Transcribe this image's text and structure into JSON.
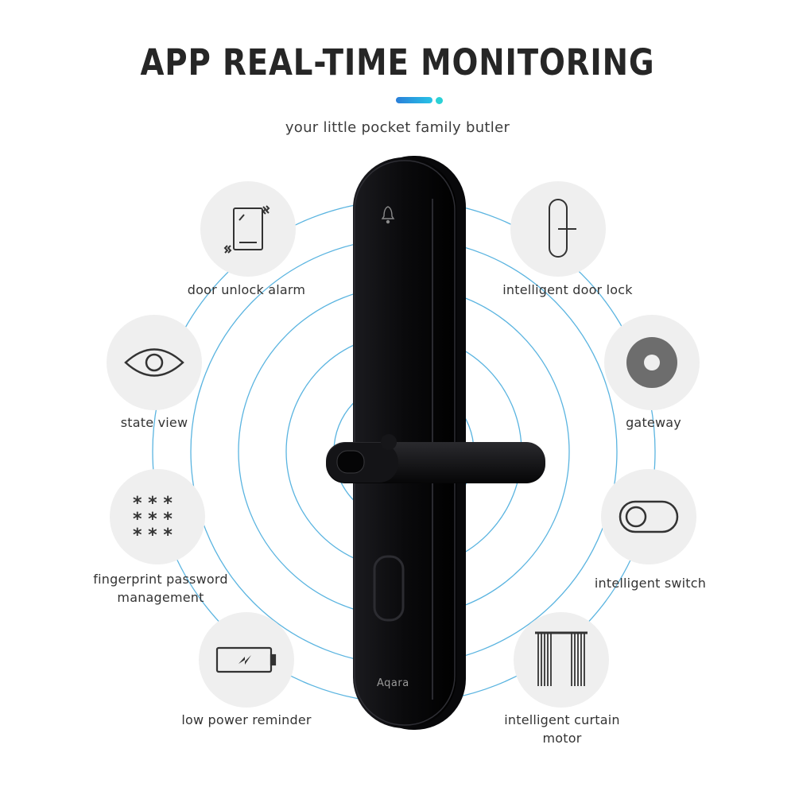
{
  "header": {
    "title": "APP REAL-TIME MONITORING",
    "subtitle": "your little pocket family butler",
    "accent_colors": [
      "#2a7fd9",
      "#27c3e6",
      "#2bd1d6"
    ]
  },
  "product": {
    "brand": "Aqara",
    "ring_color": "#5ab4e0"
  },
  "features": [
    {
      "id": "door-unlock-alarm",
      "label": "door unlock alarm",
      "icon": "door-alarm-icon"
    },
    {
      "id": "intelligent-door-lock",
      "label": "intelligent door lock",
      "icon": "door-lock-icon"
    },
    {
      "id": "state-view",
      "label": "state view",
      "icon": "eye-icon"
    },
    {
      "id": "gateway",
      "label": "gateway",
      "icon": "gateway-icon"
    },
    {
      "id": "fingerprint-password-management",
      "label": "fingerprint password management",
      "icon": "password-asterisks-icon"
    },
    {
      "id": "intelligent-switch",
      "label": "intelligent switch",
      "icon": "toggle-switch-icon"
    },
    {
      "id": "low-power-reminder",
      "label": "low power reminder",
      "icon": "low-battery-icon"
    },
    {
      "id": "intelligent-curtain-motor",
      "label": "intelligent curtain motor",
      "icon": "curtain-icon"
    }
  ]
}
